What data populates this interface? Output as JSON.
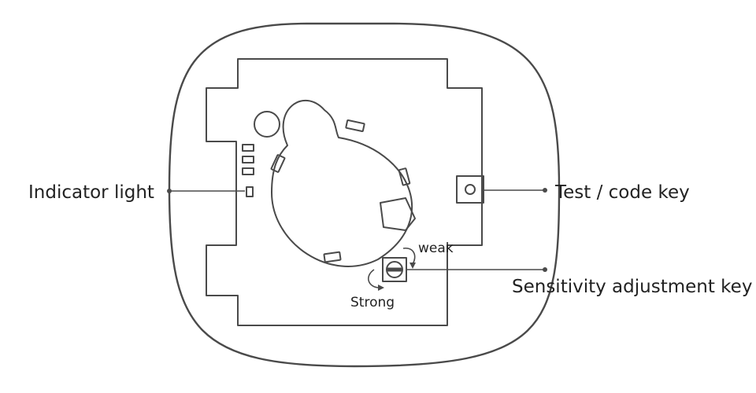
{
  "labels": {
    "indicator_light": "Indicator light",
    "test_code_key": "Test / code key",
    "sensitivity_key": "Sensitivity adjustment key",
    "weak": "weak",
    "strong": "Strong"
  },
  "colors": {
    "line": "#4a4a4a",
    "text": "#222222",
    "background": "#ffffff"
  }
}
